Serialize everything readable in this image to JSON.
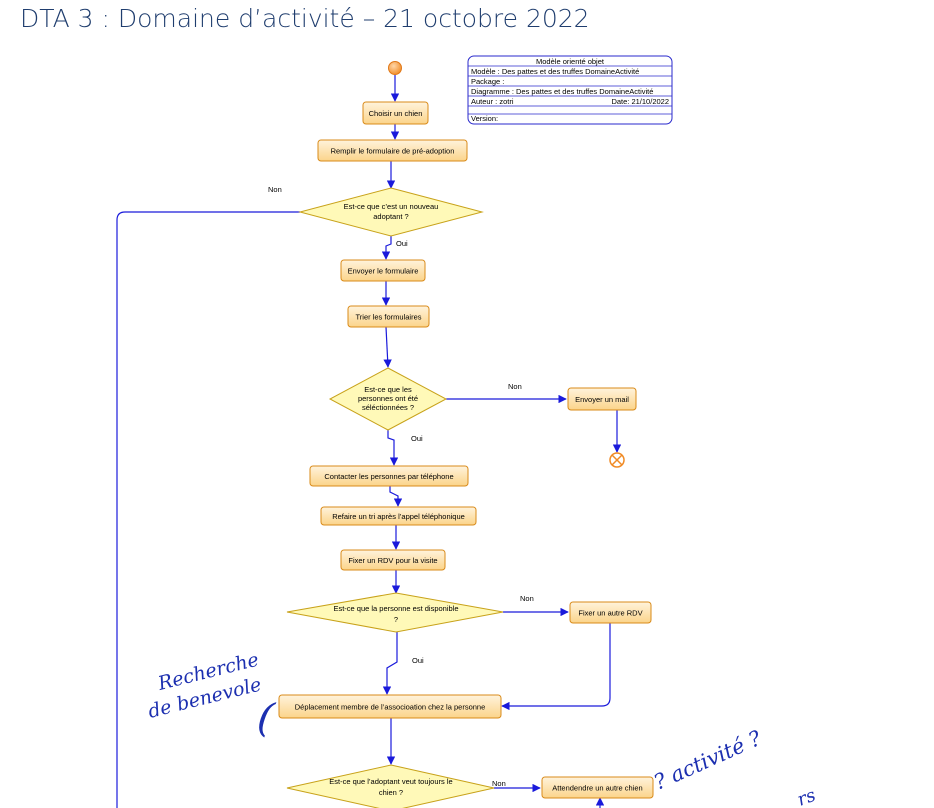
{
  "page": {
    "title": "DTA 3 : Domaine d’activité – 21 octobre 2022"
  },
  "info_box": {
    "header": "Modèle orienté objet",
    "modele": "Modèle : Des pattes et des truffes DomaineActivité",
    "package": "Package :",
    "diagramme": "Diagramme : Des pattes et des truffes DomaineActivité",
    "auteur": "Auteur : zotri",
    "date": "Date: 21/10/2022",
    "version": "Version:"
  },
  "activities": {
    "choisir_chien": "Choisir un chien",
    "remplir_formulaire": "Remplir le formulaire de pré-adoption",
    "envoyer_formulaire": "Envoyer le formulaire",
    "trier_formulaires": "Trier les formulaires",
    "envoyer_mail": "Envoyer un mail",
    "contacter": "Contacter les personnes par téléphone",
    "refaire_tri": "Refaire un tri après l’appel téléphonique",
    "fixer_rdv": "Fixer un RDV pour la visite",
    "fixer_autre_rdv": "Fixer un autre RDV",
    "deplacement": "Déplacement membre de l’associoation chez la personne",
    "attendre_chien": "Attendendre un autre chien"
  },
  "decisions": {
    "nouveau_adoptant": [
      "Est-ce que c’est un nouveau",
      "adoptant ?"
    ],
    "selectionnees": [
      "Est-ce que les",
      "personnes ont été",
      "séléctionnées ?"
    ],
    "disponible": [
      "Est-ce que la personne est disponible",
      "?"
    ],
    "veut_chien": [
      "Est-ce que l’adoptant veut toujours le",
      "chien ?"
    ]
  },
  "labels": {
    "non_1": "Non",
    "oui_1": "Oui",
    "non_2": "Non",
    "oui_2": "Oui",
    "non_3": "Non",
    "oui_3": "Oui",
    "non_4": "Non"
  },
  "handwritten": {
    "note_1_line_1": "Recherche",
    "note_1_line_2": "de benevole",
    "note_1_paren": "(",
    "note_2": "? activité ?",
    "note_3": "rs"
  },
  "colors": {
    "title": "#1f3d6e",
    "flow": "#1a1adb",
    "box_fill_top": "#fff3dc",
    "box_fill_bottom": "#fbd48a",
    "box_stroke": "#d98b1a",
    "diamond_fill": "#fff9b8",
    "diamond_stroke": "#c8a21a",
    "start": "#f08a24",
    "end": "#f08a24",
    "info_stroke": "#2a2acc",
    "handwriting": "#1c2fb0"
  }
}
